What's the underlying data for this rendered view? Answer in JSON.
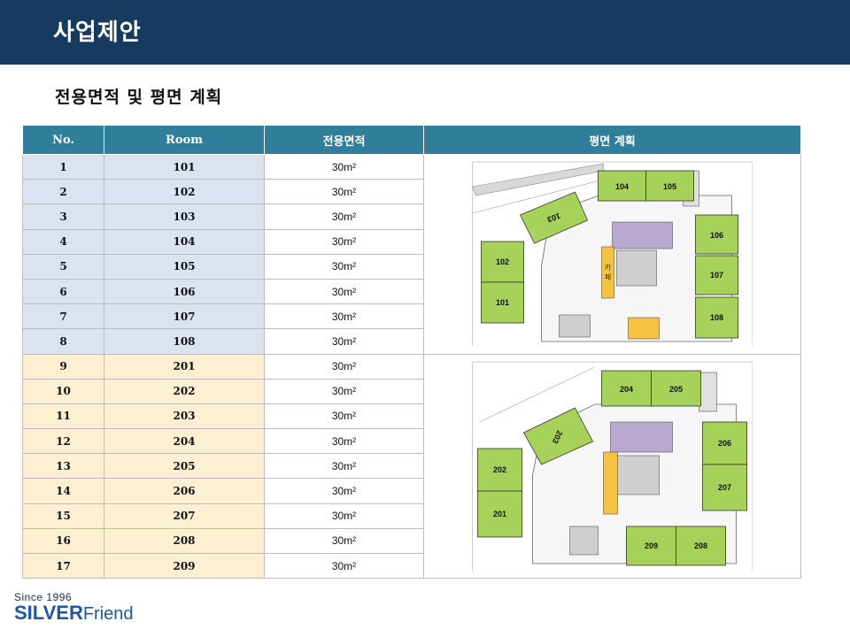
{
  "header": {
    "title": "사업제안"
  },
  "section": {
    "subtitle": "전용면적 및 평면 계획"
  },
  "table": {
    "headers": {
      "no": "No.",
      "room": "Room",
      "area": "전용면적",
      "plan": "평면 계획"
    },
    "rows": [
      {
        "no": "1",
        "room": "101",
        "area": "30m²"
      },
      {
        "no": "2",
        "room": "102",
        "area": "30m²"
      },
      {
        "no": "3",
        "room": "103",
        "area": "30m²"
      },
      {
        "no": "4",
        "room": "104",
        "area": "30m²"
      },
      {
        "no": "5",
        "room": "105",
        "area": "30m²"
      },
      {
        "no": "6",
        "room": "106",
        "area": "30m²"
      },
      {
        "no": "7",
        "room": "107",
        "area": "30m²"
      },
      {
        "no": "8",
        "room": "108",
        "area": "30m²"
      },
      {
        "no": "9",
        "room": "201",
        "area": "30m²"
      },
      {
        "no": "10",
        "room": "202",
        "area": "30m²"
      },
      {
        "no": "11",
        "room": "203",
        "area": "30m²"
      },
      {
        "no": "12",
        "room": "204",
        "area": "30m²"
      },
      {
        "no": "13",
        "room": "205",
        "area": "30m²"
      },
      {
        "no": "14",
        "room": "206",
        "area": "30m²"
      },
      {
        "no": "15",
        "room": "207",
        "area": "30m²"
      },
      {
        "no": "16",
        "room": "208",
        "area": "30m²"
      },
      {
        "no": "17",
        "room": "209",
        "area": "30m²"
      }
    ]
  },
  "plans": {
    "floor1": {
      "rooms": [
        "104",
        "105",
        "103",
        "106",
        "102",
        "107",
        "101",
        "108"
      ],
      "cafe": "카페"
    },
    "floor2": {
      "rooms": [
        "204",
        "205",
        "203",
        "206",
        "202",
        "207",
        "201",
        "209",
        "208"
      ]
    }
  },
  "logo": {
    "since": "Since 1996",
    "silver": "SILVER",
    "friend": "Friend"
  },
  "colors": {
    "header": "#163a60",
    "table_header": "#2f7f9a",
    "group1": "#dbe3f1",
    "group2": "#fdf0d2",
    "room_green": "#a6d25a",
    "cafe_yellow": "#f5c242",
    "core_purple": "#b9a8d0"
  }
}
